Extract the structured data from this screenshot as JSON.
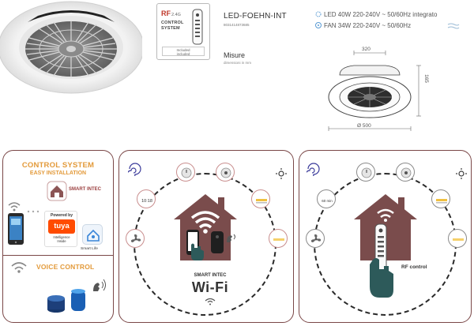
{
  "rf_system": {
    "title": "RF",
    "freq": "2.4G",
    "line1": "CONTROL",
    "line2": "SYSTEM",
    "tag_line1": "Included",
    "tag_line2": "included"
  },
  "product": {
    "model": "LED-FOEHN-INT",
    "code": "8031414873685",
    "specs": [
      {
        "icon": "led-light-icon",
        "text": "LED 40W 220-240V ~ 50/60Hz integrato"
      },
      {
        "icon": "fan-icon",
        "text": "FAN 34W 220-240V ~ 50/60Hz"
      }
    ],
    "dimensions": {
      "title": "Misure",
      "subtitle": "dimensioni in mm",
      "width": "320",
      "height": "165",
      "diameter": "Ø 500"
    }
  },
  "control_panel": {
    "title": "CONTROL SYSTEM",
    "subtitle": "EASY INSTALLATION",
    "app_name": "SMART INTEC",
    "powered_by": "Powered by",
    "tuya": "tuya",
    "tuya_sub_line1": "Intelligence",
    "tuya_sub_line2": "Inside",
    "smart_life": "Smart Life",
    "voice_title": "VOICE CONTROL"
  },
  "wifi_panel": {
    "app_name": "SMART INTEC",
    "label": "Wi-Fi",
    "timer_text": "10:18"
  },
  "rf_panel": {
    "label": "RF control",
    "timer_text": "60 min"
  },
  "colors": {
    "panel_border": "#7a4747",
    "accent_orange": "#e39a3a",
    "house": "#7a4c4c",
    "tuya_orange": "#ff4b00"
  }
}
